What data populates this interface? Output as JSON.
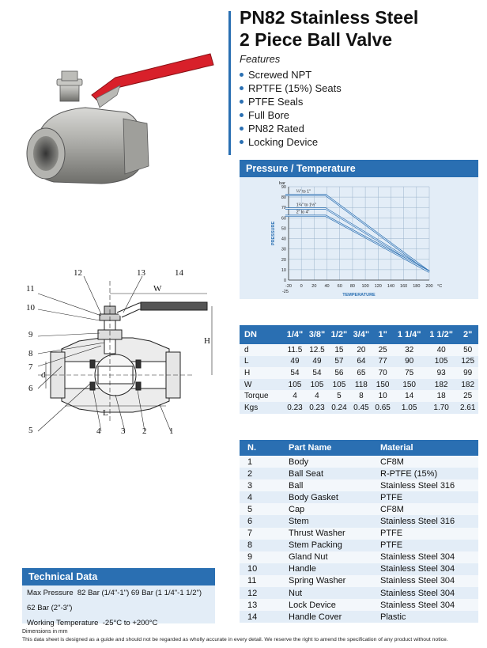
{
  "title_line1": "PN82 Stainless Steel",
  "title_line2": "2 Piece Ball Valve",
  "features_heading": "Features",
  "features": [
    "Screwed NPT",
    "RPTFE (15%) Seats",
    "PTFE Seals",
    "Full Bore",
    "PN82 Rated",
    "Locking Device"
  ],
  "pt_chart": {
    "header": "Pressure / Temperature",
    "chart_data": {
      "type": "line",
      "ylabel": "PRESSURE",
      "y_unit": "bar",
      "xlabel": "TEMPERATURE",
      "x_unit": "°C",
      "xlim": [
        -20,
        200
      ],
      "ylim": [
        0,
        90
      ],
      "x_ticks": [
        "-20",
        "0",
        "20",
        "40",
        "60",
        "80",
        "100",
        "120",
        "140",
        "160",
        "180",
        "200"
      ],
      "x_extra_tick": "-25",
      "y_ticks": [
        "0",
        "10",
        "20",
        "30",
        "40",
        "50",
        "60",
        "70",
        "80",
        "90"
      ],
      "grid": true,
      "series": [
        {
          "name": "¼\" to 1\"",
          "x": [
            -25,
            38,
            200
          ],
          "y": [
            82,
            82,
            8
          ]
        },
        {
          "name": "1¼\" to 1½\"",
          "x": [
            -25,
            38,
            200
          ],
          "y": [
            69,
            69,
            8
          ]
        },
        {
          "name": "2\" to 4\"",
          "x": [
            -25,
            38,
            200
          ],
          "y": [
            62,
            62,
            8
          ]
        }
      ]
    }
  },
  "dims": {
    "headers": [
      "DN",
      "1/4\"",
      "3/8\"",
      "1/2\"",
      "3/4\"",
      "1\"",
      "1 1/4\"",
      "1 1/2\"",
      "2\""
    ],
    "rows": [
      [
        "d",
        "11.5",
        "12.5",
        "15",
        "20",
        "25",
        "32",
        "40",
        "50"
      ],
      [
        "L",
        "49",
        "49",
        "57",
        "64",
        "77",
        "90",
        "105",
        "125"
      ],
      [
        "H",
        "54",
        "54",
        "56",
        "65",
        "70",
        "75",
        "93",
        "99"
      ],
      [
        "W",
        "105",
        "105",
        "105",
        "118",
        "150",
        "150",
        "182",
        "182"
      ],
      [
        "Torque",
        "4",
        "4",
        "5",
        "8",
        "10",
        "14",
        "18",
        "25"
      ],
      [
        "Kgs",
        "0.23",
        "0.23",
        "0.24",
        "0.45",
        "0.65",
        "1.05",
        "1.70",
        "2.61"
      ]
    ]
  },
  "parts": {
    "headers": [
      "N.",
      "Part Name",
      "Material"
    ],
    "rows": [
      [
        "1",
        "Body",
        "CF8M"
      ],
      [
        "2",
        "Ball Seat",
        "R-PTFE (15%)"
      ],
      [
        "3",
        "Ball",
        "Stainless Steel 316"
      ],
      [
        "4",
        "Body Gasket",
        "PTFE"
      ],
      [
        "5",
        "Cap",
        "CF8M"
      ],
      [
        "6",
        "Stem",
        "Stainless Steel 316"
      ],
      [
        "7",
        "Thrust Washer",
        "PTFE"
      ],
      [
        "8",
        "Stem Packing",
        "PTFE"
      ],
      [
        "9",
        "Gland Nut",
        "Stainless Steel 304"
      ],
      [
        "10",
        "Handle",
        "Stainless Steel 304"
      ],
      [
        "11",
        "Spring Washer",
        "Stainless Steel 304"
      ],
      [
        "12",
        "Nut",
        "Stainless Steel 304"
      ],
      [
        "13",
        "Lock Device",
        "Stainless Steel 304"
      ],
      [
        "14",
        "Handle Cover",
        "Plastic"
      ]
    ]
  },
  "tech": {
    "header": "Technical Data",
    "max_pressure_label": "Max Pressure",
    "max_pressure_value": "82 Bar (1/4\"-1\") 69 Bar (1 1/4\"-1 1/2\") 62 Bar (2\"-3\")",
    "working_temp_label": "Working Temperature",
    "working_temp_value": "-25°C to +200°C"
  },
  "drawing": {
    "callouts": [
      "1",
      "2",
      "3",
      "4",
      "5",
      "6",
      "7",
      "8",
      "9",
      "10",
      "11",
      "12",
      "13",
      "14"
    ],
    "dim_labels": {
      "W": "W",
      "H": "H",
      "L": "L",
      "d": "d"
    }
  },
  "footer_line1": "Dimensions in mm",
  "footer_line2": "This data sheet is designed as a guide and should not be regarded as wholly accurate in every detail. We reserve the right to amend the specification of any product without notice.",
  "colors": {
    "accent": "#2a6fb2",
    "panel": "#e3edf7",
    "handle": "#d8202a"
  }
}
